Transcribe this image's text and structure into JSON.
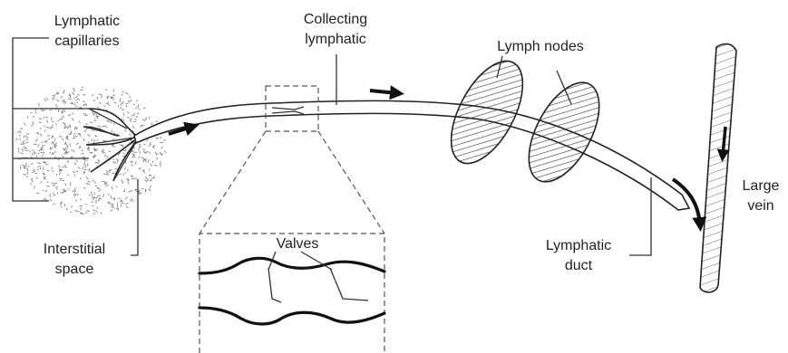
{
  "labels": {
    "lymphatic_capillaries": [
      "Lymphatic",
      "capillaries"
    ],
    "collecting_lymphatic": [
      "Collecting",
      "lymphatic"
    ],
    "lymph_nodes": "Lymph nodes",
    "large_vein": [
      "Large",
      "vein"
    ],
    "interstitial_space": [
      "Interstitial",
      "space"
    ],
    "valves": "Valves",
    "lymphatic_duct": [
      "Lymphatic",
      "duct"
    ]
  },
  "colors": {
    "line": "#222222",
    "background": "#ffffff"
  },
  "icons": [
    "flow-arrow",
    "hatched-lymph-node",
    "stippled-tissue"
  ]
}
